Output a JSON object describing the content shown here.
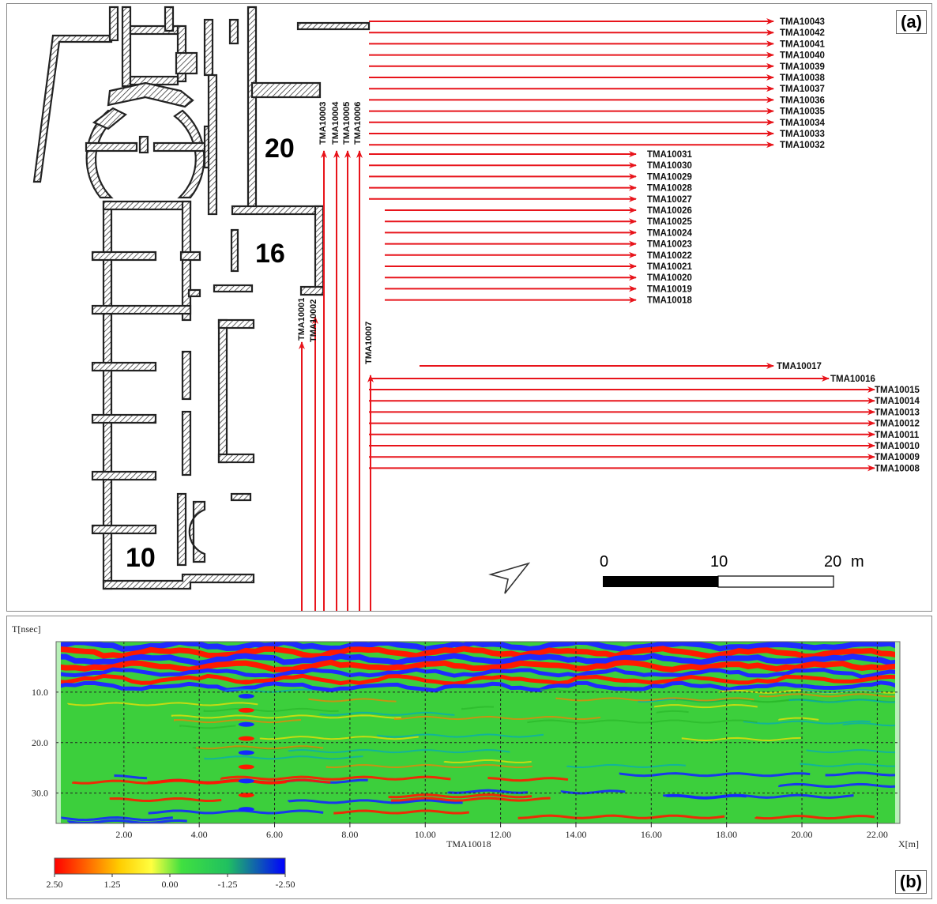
{
  "panel_a": {
    "label": "(a)",
    "rooms": [
      "20",
      "16",
      "10"
    ],
    "profiles_horizontal": [
      "TMA10043",
      "TMA10042",
      "TMA10041",
      "TMA10040",
      "TMA10039",
      "TMA10038",
      "TMA10037",
      "TMA10036",
      "TMA10035",
      "TMA10034",
      "TMA10033",
      "TMA10032",
      "TMA10031",
      "TMA10030",
      "TMA10029",
      "TMA10028",
      "TMA10027",
      "TMA10026",
      "TMA10025",
      "TMA10024",
      "TMA10023",
      "TMA10022",
      "TMA10021",
      "TMA10020",
      "TMA10019",
      "TMA10018",
      "TMA10017",
      "TMA10016",
      "TMA10015",
      "TMA10014",
      "TMA10013",
      "TMA10012",
      "TMA10011",
      "TMA10010",
      "TMA10009",
      "TMA10008"
    ],
    "profiles_vertical": [
      "TMA10001",
      "TMA10002",
      "TMA10003",
      "TMA10004",
      "TMA10005",
      "TMA10006",
      "TMA10007"
    ],
    "scale_bar": {
      "ticks": [
        "0",
        "10",
        "20"
      ],
      "unit": "m"
    },
    "north_arrow_icon": "north-arrow-icon",
    "profile_color": "#e8141b"
  },
  "panel_b": {
    "label": "(b)",
    "y_axis_title": "T[nsec]",
    "y_ticks": [
      "10.0",
      "20.0",
      "30.0"
    ],
    "x_ticks": [
      "2.00",
      "4.00",
      "6.00",
      "8.00",
      "10.00",
      "12.00",
      "14.00",
      "16.00",
      "18.00",
      "20.00",
      "22.00"
    ],
    "x_axis_title": "X[m]",
    "profile_name": "TMA10018",
    "colorbar": {
      "ticks": [
        "2.50",
        "1.25",
        "0.00",
        "-1.25",
        "-2.50"
      ],
      "colors": [
        "#ff0000",
        "#ffff00",
        "#00d000",
        "#0000ff"
      ]
    }
  },
  "chart_data": {
    "type": "heatmap",
    "title": "TMA10018",
    "xlabel": "X[m]",
    "ylabel": "T[nsec]",
    "xlim": [
      0.2,
      22.6
    ],
    "ylim": [
      0,
      36
    ],
    "y_ticks": [
      10.0,
      20.0,
      30.0
    ],
    "x_ticks": [
      2.0,
      4.0,
      6.0,
      8.0,
      10.0,
      12.0,
      14.0,
      16.0,
      18.0,
      20.0,
      22.0
    ],
    "value_range": [
      -2.5,
      2.5
    ],
    "grid": true
  }
}
